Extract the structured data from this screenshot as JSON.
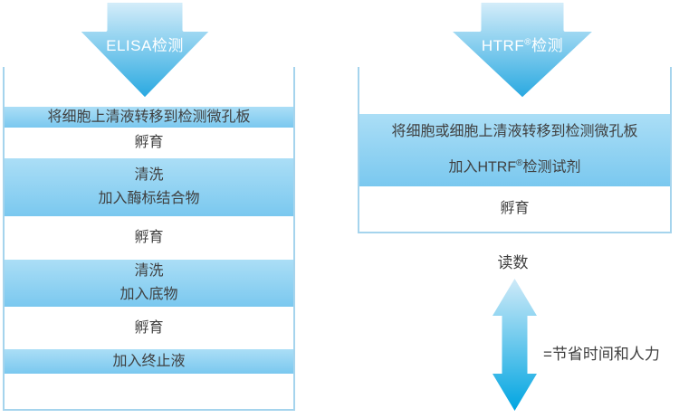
{
  "colors": {
    "arrow_gradient_top": "#d7eefa",
    "arrow_gradient_bottom": "#25a7e0",
    "row_gradient_top": "#abdef6",
    "row_gradient_bottom": "#7ac8ef",
    "box_border": "#a5d4ed",
    "double_arrow_top": "#cfeaf8",
    "double_arrow_bottom": "#00a5e1",
    "step_text": "#3f3f3f",
    "arrow_label_text": "#ffffff"
  },
  "left_flow": {
    "arrow_label": "ELISA检测",
    "steps": [
      {
        "lines": [
          "将细胞上清液转移到检测微孔板"
        ]
      },
      {
        "lines": [
          "孵育"
        ]
      },
      {
        "lines": [
          "清洗",
          "加入酶标结合物"
        ]
      },
      {
        "lines": [
          "孵育"
        ]
      },
      {
        "lines": [
          "清洗",
          "加入底物"
        ]
      },
      {
        "lines": [
          "孵育"
        ]
      },
      {
        "lines": [
          "加入终止液"
        ]
      }
    ]
  },
  "right_flow": {
    "arrow_label": {
      "pre": "HTRF",
      "sup": "®",
      "post": "检测"
    },
    "step1_line1": "将细胞或细胞上清液转移到检测微孔板",
    "step1_line2": {
      "pre": "加入HTRF",
      "sup": "®",
      "post": "检测试剂"
    },
    "step2": "孵育",
    "read_label": "读数",
    "benefit_label": "=节省时间和人力"
  }
}
